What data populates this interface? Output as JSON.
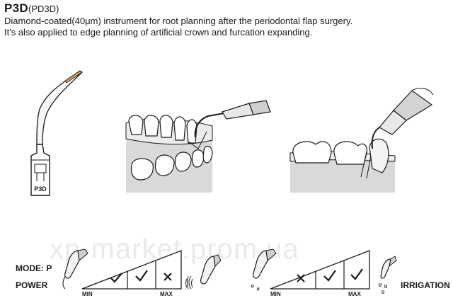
{
  "header": {
    "model_code": "P3D",
    "model_sub": "(PD3D)",
    "desc_line1": "Diamond-coated(40μm) instrument for root planning after the periodontal flap surgery.",
    "desc_line2": "It's also applied to edge planning of artificial crown and furcation expanding."
  },
  "tip": {
    "engraving": "P3D"
  },
  "settings": {
    "mode_label": "MODE: P",
    "power_label": "POWER",
    "irrigation_label": "IRRIGATION",
    "power": {
      "min": "MIN",
      "max": "MAX",
      "marks": [
        "check",
        "check",
        "cross"
      ]
    },
    "irrigation": {
      "min": "MIN",
      "max": "MAX",
      "marks": [
        "cross",
        "check",
        "check"
      ]
    }
  },
  "watermark": "xp-market.prom.ua",
  "colors": {
    "ink": "#1a1a1a",
    "gum": "#d9d9d9",
    "gold": "#c8a35a"
  }
}
